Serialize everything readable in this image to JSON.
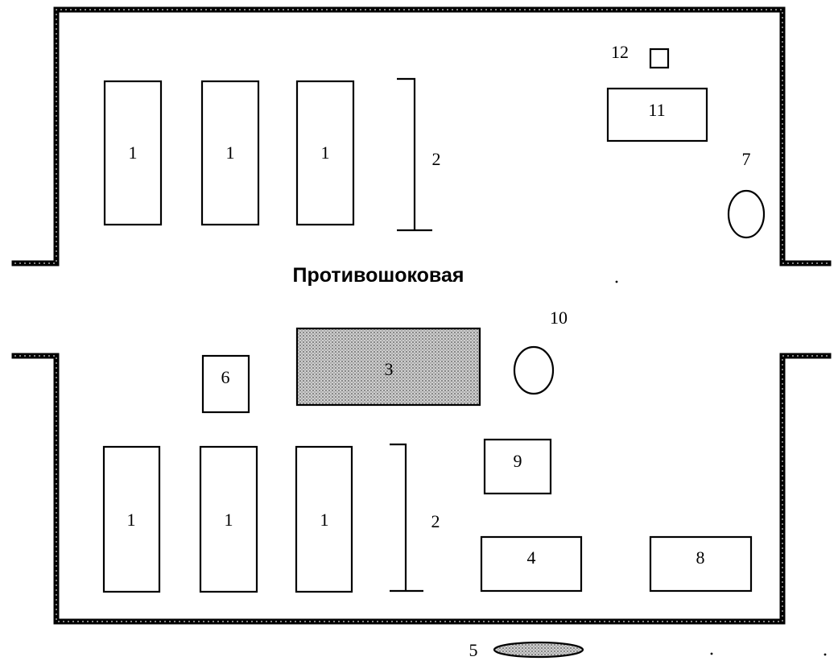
{
  "room_label": "Противошоковая",
  "colors": {
    "ink": "#000000",
    "paper": "#ffffff",
    "stipple": "#b9b9b9"
  },
  "items": {
    "beds_upper": [
      "1",
      "1",
      "1"
    ],
    "beds_lower": [
      "1",
      "1",
      "1"
    ],
    "screen_upper": "2",
    "screen_lower": "2",
    "table_3": "3",
    "table_4": "4",
    "basin_5": "5",
    "cabinet_6": "6",
    "round_7": "7",
    "table_8": "8",
    "cabinet_9": "9",
    "round_10": "10",
    "table_11": "11",
    "box_12": "12"
  }
}
